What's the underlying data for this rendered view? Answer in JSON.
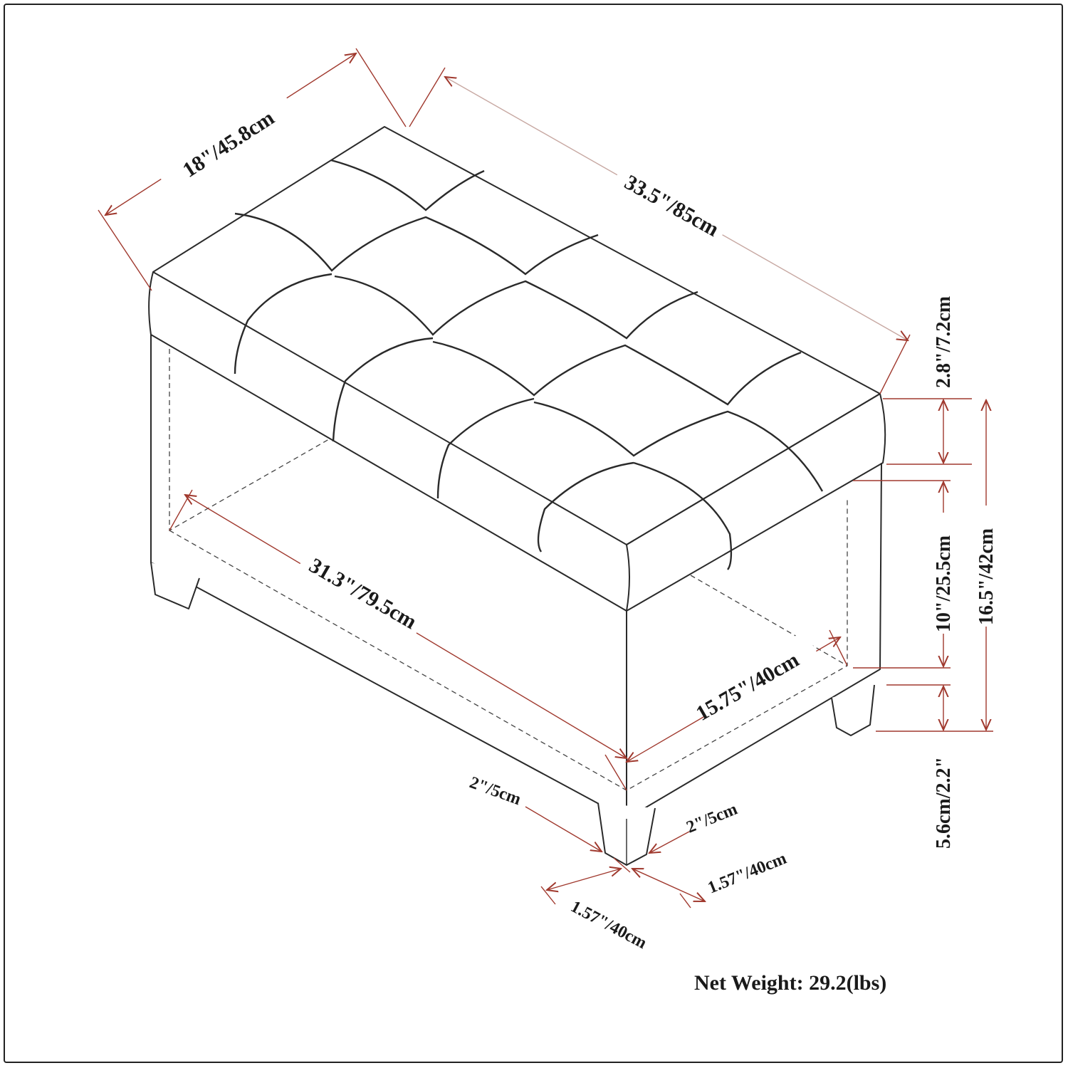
{
  "dimensions": {
    "top_depth": "18\"/45.8cm",
    "top_width": "33.5\"/85cm",
    "lid_height": "2.8\"/7.2cm",
    "box_height": "10\"/25.5cm",
    "total_height": "16.5\"/42cm",
    "leg_height": "5.6cm/2.2\"",
    "inner_length": "31.3\"/79.5cm",
    "inner_depth": "15.75\"/40cm",
    "leg_width_left": "2\"/5cm",
    "leg_width_right": "2\"/5cm",
    "leg_base_left": "1.57\"/40cm",
    "leg_base_right": "1.57\"/40cm"
  },
  "net_weight": "Net Weight: 29.2(lbs)",
  "colors": {
    "outline": "#2a2a2a",
    "dimension_line": "#a0392e",
    "text": "#1a1a1a"
  }
}
